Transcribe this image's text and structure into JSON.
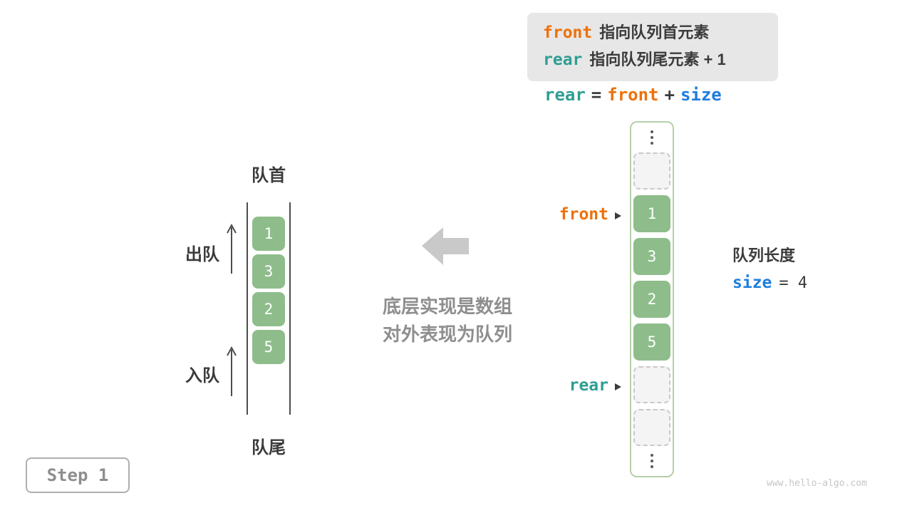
{
  "colors": {
    "front_orange": "#ee7109",
    "rear_teal": "#2f9e93",
    "size_blue": "#1f7dde",
    "cell_green": "#8ebd8b",
    "box_border_green": "#b5cfa9",
    "text_dark": "#3b3b3b",
    "text_gray": "#8e8e8e",
    "big_arrow_gray": "#c9c9c9"
  },
  "legend": {
    "front_term": "front",
    "front_desc": "指向队列首元素",
    "rear_term": "rear",
    "rear_desc": "指向队列尾元素 + 1"
  },
  "formula": {
    "rear": "rear",
    "eq": "=",
    "front": "front",
    "plus": "+",
    "size": "size"
  },
  "array": {
    "front_label": "front",
    "rear_label": "rear",
    "cells": [
      {
        "type": "dots"
      },
      {
        "type": "empty"
      },
      {
        "type": "filled",
        "value": "1"
      },
      {
        "type": "filled",
        "value": "3"
      },
      {
        "type": "filled",
        "value": "2"
      },
      {
        "type": "filled",
        "value": "5"
      },
      {
        "type": "empty"
      },
      {
        "type": "empty"
      },
      {
        "type": "dots"
      }
    ]
  },
  "size_info": {
    "title": "队列长度",
    "term": "size",
    "rest": "= 4"
  },
  "left_queue": {
    "head_label": "队首",
    "tail_label": "队尾",
    "dequeue_label": "出队",
    "enqueue_label": "入队",
    "values": [
      "1",
      "3",
      "2",
      "5"
    ]
  },
  "middle": {
    "caption_line1": "底层实现是数组",
    "caption_line2": "对外表现为队列"
  },
  "icons": {
    "front_pointer": "triangle-right",
    "rear_pointer": "triangle-right",
    "dequeue_arrow": "arrow-up",
    "enqueue_arrow": "arrow-up",
    "direction_arrow": "arrow-left",
    "ellipsis": "vertical-dots"
  },
  "step_label": "Step 1",
  "watermark": "www.hello-algo.com"
}
